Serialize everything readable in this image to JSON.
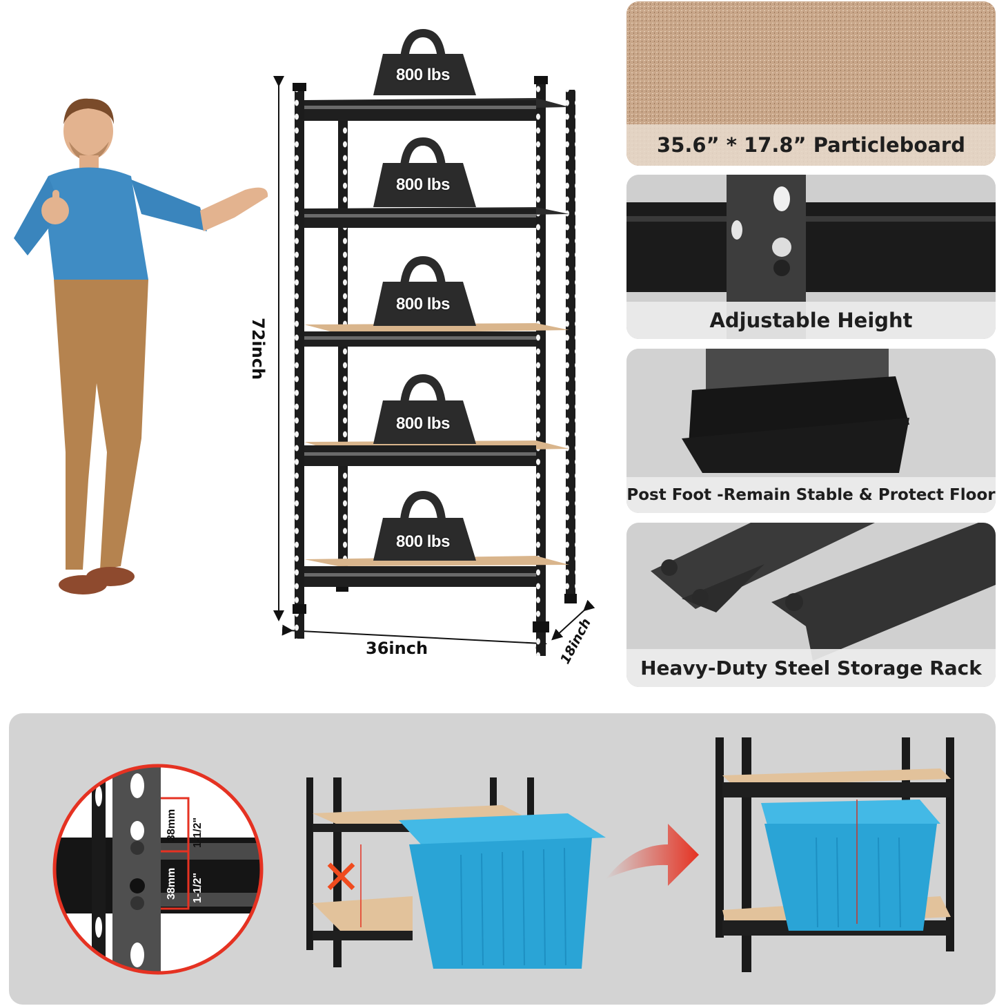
{
  "product": {
    "dimensions": {
      "height": "72inch",
      "width": "36inch",
      "depth": "18inch"
    },
    "shelves": [
      {
        "load": "800 lbs"
      },
      {
        "load": "800 lbs"
      },
      {
        "load": "800 lbs"
      },
      {
        "load": "800 lbs"
      },
      {
        "load": "800 lbs"
      }
    ]
  },
  "features": [
    {
      "caption": "35.6” * 17.8” Particleboard",
      "icon": "particleboard-texture"
    },
    {
      "caption": "Adjustable Height",
      "icon": "upright-slot-closeup"
    },
    {
      "caption": "Post Foot -Remain Stable & Protect Floor",
      "icon": "post-foot-closeup"
    },
    {
      "caption": "Heavy-Duty Steel Storage Rack",
      "icon": "steel-beam-closeup"
    }
  ],
  "adjustment_detail": {
    "upper_metric": "38mm",
    "upper_imperial": "1-1/2\"",
    "lower_metric": "38mm",
    "lower_imperial": "1-1/2\""
  },
  "comparison": {
    "before_icon": "x-mark-icon",
    "transition_icon": "arrow-right-icon",
    "after_icon": "fits-check"
  },
  "colors": {
    "accent_red": "#e53222",
    "bin_blue": "#2aa4d6",
    "steel_black": "#1c1c1c",
    "particleboard": "#d9b58c",
    "panel_gray": "#d3d3d3"
  }
}
